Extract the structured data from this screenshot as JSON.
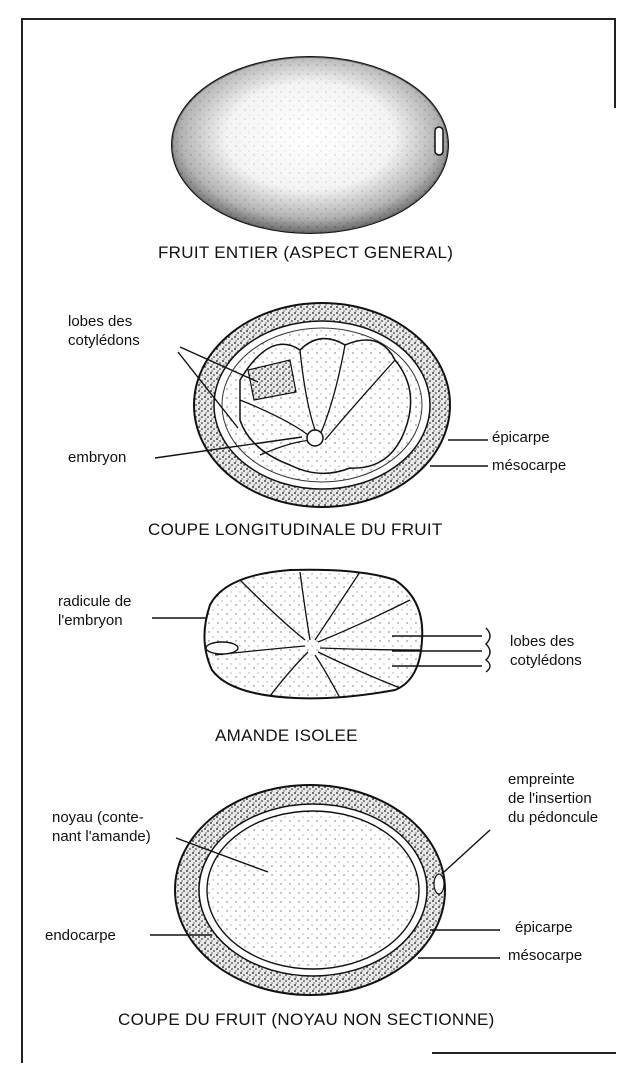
{
  "figure": {
    "fruit_entier": {
      "caption": "FRUIT ENTIER (ASPECT GENERAL)"
    },
    "coupe_longitudinale": {
      "caption": "COUPE LONGITUDINALE DU FRUIT",
      "labels": {
        "lobes": "lobes des\ncotylédons",
        "embryon": "embryon",
        "epicarpe": "épicarpe",
        "mesocarpe": "mésocarpe"
      }
    },
    "amande_isolee": {
      "caption": "AMANDE ISOLEE",
      "labels": {
        "radicule": "radicule de\nl'embryon",
        "lobes": "lobes des\ncotylédons"
      }
    },
    "coupe_fruit": {
      "caption": "COUPE DU FRUIT (NOYAU NON SECTIONNE)",
      "labels": {
        "empreinte": "empreinte\nde l'insertion\ndu pédoncule",
        "noyau": "noyau (conte-\nnant l'amande)",
        "endocarpe": "endocarpe",
        "epicarpe": "épicarpe",
        "mesocarpe": "mésocarpe"
      }
    }
  }
}
